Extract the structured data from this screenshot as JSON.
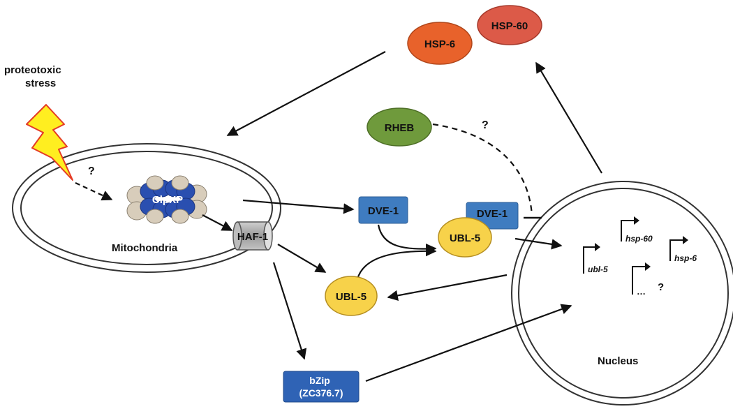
{
  "labels": {
    "stress": [
      "proteotoxic",
      "stress"
    ],
    "stress_question": "?",
    "clpxp": "ClpXP",
    "mitochondria": "Mitochondria",
    "haf1": "HAF-1",
    "dve1_a": "DVE-1",
    "dve1_b": "DVE-1",
    "ubl5_a": "UBL-5",
    "ubl5_b": "UBL-5",
    "rheb": "RHEB",
    "rheb_question": "?",
    "hsp6": "HSP-6",
    "hsp60": "HSP-60",
    "bzip": [
      "bZip",
      "(ZC376.7)"
    ],
    "nucleus": "Nucleus",
    "genes": {
      "ubl5": "ubl-5",
      "hsp60": "hsp-60",
      "hsp6": "hsp-6",
      "other": "…",
      "other_question": "?"
    }
  },
  "colors": {
    "hsp6": "#e8622b",
    "hsp60": "#dc5a48",
    "rheb": "#6f9a3c",
    "dve1": "#3f7cc0",
    "ubl5": "#f7d24a",
    "bzip": "#2f63b5",
    "clpxp_blue": "#2a4fb0",
    "clpxp_beige": "#d8cdbb",
    "lightning": "#ffee20",
    "lightning_edge": "#e53b25"
  }
}
